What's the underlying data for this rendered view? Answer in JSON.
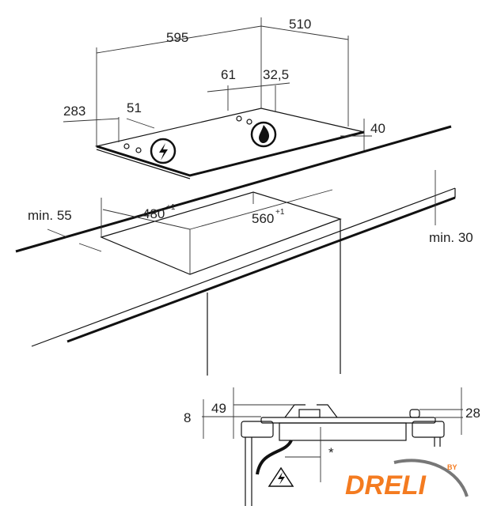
{
  "title": "Hob installation dimensions",
  "dimensions": {
    "width": "595",
    "depth": "510",
    "control_offset": "61",
    "control_offset_2": "32,5",
    "front_offset": "283",
    "front_offset_2": "51",
    "height": "40",
    "cutout_depth": "480",
    "cutout_depth_tol": "+1",
    "cutout_width": "560",
    "cutout_width_tol": "+1",
    "min_front": "min. 55",
    "min_worktop": "min. 30",
    "section_8": "8",
    "section_49": "49",
    "section_28": "28",
    "note_marker": "*"
  },
  "icons": {
    "electric": "electric-hazard-icon",
    "gas": "gas-flame-icon"
  },
  "logo": {
    "text": "DRELI",
    "by": "BY",
    "color": "#f47b20",
    "swoosh": "#777777"
  }
}
